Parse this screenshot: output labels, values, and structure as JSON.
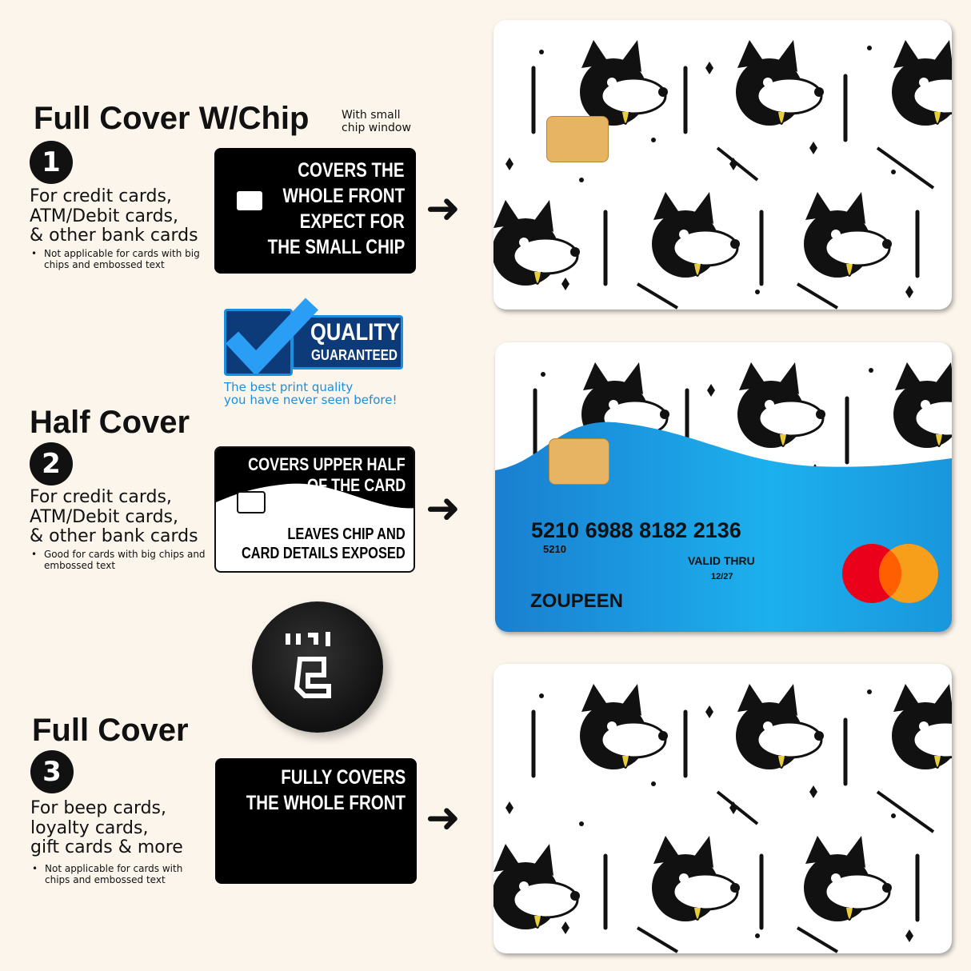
{
  "sections": [
    {
      "title": "Full Cover W/Chip",
      "subtitle": [
        "With small",
        "chip window"
      ],
      "number": "1",
      "description": [
        "For credit cards,",
        "ATM/Debit cards,",
        "& other bank cards"
      ],
      "note": [
        "Not applicable for cards with big",
        "chips and embossed text"
      ],
      "card_text": [
        "COVERS THE",
        "WHOLE FRONT",
        "EXPECT FOR",
        "THE SMALL CHIP"
      ]
    },
    {
      "title": "Half Cover",
      "number": "2",
      "description": [
        "For credit cards,",
        "ATM/Debit cards,",
        "& other bank cards"
      ],
      "note": [
        "Good for cards with big chips and",
        "embossed text"
      ],
      "card_text_top": [
        "COVERS UPPER HALF",
        "OF THE CARD"
      ],
      "card_text_bottom": [
        "LEAVES CHIP AND",
        "CARD DETAILS EXPOSED"
      ]
    },
    {
      "title": "Full Cover",
      "number": "3",
      "description": [
        "For beep cards,",
        "loyalty cards,",
        "gift cards & more"
      ],
      "note": [
        "Not applicable for cards with",
        "chips and embossed text"
      ],
      "card_text": [
        "FULLY COVERS",
        "THE WHOLE FRONT"
      ]
    }
  ],
  "badge": {
    "line1": "QUALITY",
    "line2": "GUARANTEED",
    "tagline": [
      "The best print quality",
      "you have never seen before!"
    ],
    "icon": "checkmark-icon"
  },
  "bank_card": {
    "number": "5210 6988 8182 2136",
    "small_number": "5210",
    "valid_label": "VALID THRU",
    "expiry": "12/27",
    "holder": "ZOUPEEN",
    "brand_icon": "mastercard-logo"
  },
  "colors": {
    "background": "#fbf5ec",
    "badge_blue": "#1a8fe0",
    "badge_dark": "#0d3a78",
    "card_blue": "#1a9ee6",
    "chip_gold": "#e7b463",
    "mc_red": "#eb001b",
    "mc_orange": "#f79e1b"
  }
}
